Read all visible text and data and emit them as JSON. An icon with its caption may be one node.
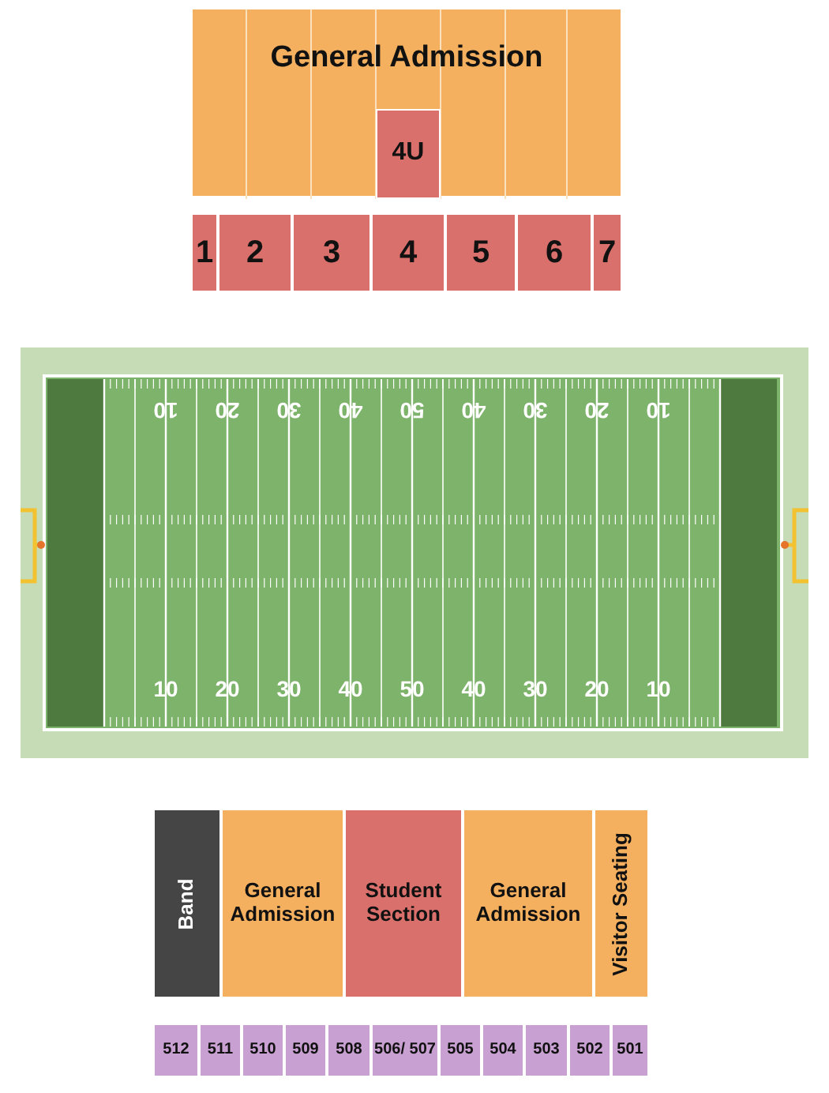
{
  "diagram": {
    "nodes": [
      {
        "text": [
          "General Admission"
        ]
      },
      {
        "text": [
          "4U"
        ],
        "in": 0
      },
      {
        "text": [
          "1"
        ]
      },
      {
        "text": [
          "2"
        ]
      },
      {
        "text": [
          "3"
        ]
      },
      {
        "text": [
          "4"
        ]
      },
      {
        "text": [
          "5"
        ]
      },
      {
        "text": [
          "6"
        ]
      },
      {
        "text": [
          "7"
        ]
      },
      {
        "text": [
          "Band"
        ]
      },
      {
        "text": [
          "General Admission"
        ]
      },
      {
        "text": [
          "Student Section"
        ]
      },
      {
        "text": [
          "General Admission"
        ]
      },
      {
        "text": [
          "Visitor Seating"
        ]
      },
      {
        "text": [
          "512"
        ]
      },
      {
        "text": [
          "511"
        ]
      },
      {
        "text": [
          "510"
        ]
      },
      {
        "text": [
          "509"
        ]
      },
      {
        "text": [
          "508"
        ]
      },
      {
        "text": [
          "506/ 507"
        ]
      },
      {
        "text": [
          "505"
        ]
      },
      {
        "text": [
          "504"
        ]
      },
      {
        "text": [
          "503"
        ]
      },
      {
        "text": [
          "502"
        ]
      },
      {
        "text": [
          "501"
        ]
      }
    ],
    "labels": [
      "10",
      "20",
      "30",
      "40",
      "50",
      "40",
      "30",
      "20",
      "10",
      "10",
      "20",
      "30",
      "40",
      "50",
      "40",
      "30",
      "20",
      "10"
    ]
  }
}
